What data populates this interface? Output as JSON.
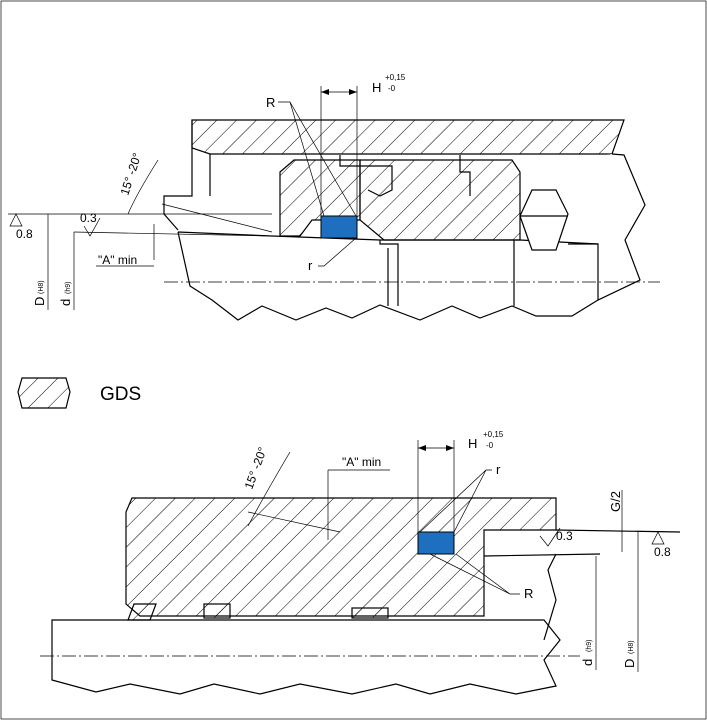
{
  "colors": {
    "seal_blue": "#1f6fc0",
    "line": "#000000"
  },
  "top_drawing": {
    "label_R": "R",
    "label_r": "r",
    "label_H": "H",
    "tol_H_upper": "+0,15",
    "tol_H_lower": "-0",
    "angle_label": "15° -20°",
    "roughness_left_outer": "0.8",
    "roughness_left_inner": "0.3",
    "A_min_label": "\"A\" min",
    "dim_D": "D",
    "dim_D_fit": "(H8)",
    "dim_d": "d",
    "dim_d_fit": "(h9)"
  },
  "legend": {
    "label": "GDS",
    "icon": "hatched-seal-icon"
  },
  "bottom_drawing": {
    "label_R": "R",
    "label_r": "r",
    "label_H": "H",
    "tol_H_upper": "+0,15",
    "tol_H_lower": "-0",
    "angle_label": "15° -20°",
    "A_min_label": "\"A\" min",
    "G2_label": "G/2",
    "roughness_right_inner": "0.3",
    "roughness_right_outer": "0.8",
    "dim_d": "d",
    "dim_d_fit": "(h9)",
    "dim_D": "D",
    "dim_D_fit": "(H8)"
  }
}
